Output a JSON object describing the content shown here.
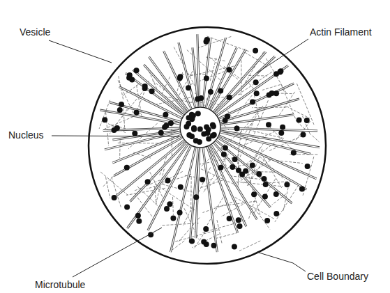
{
  "diagram": {
    "labels": [
      "Vesicle",
      "Actin Filament",
      "Nucleus",
      "Microtubule",
      "Cell Boundary"
    ]
  }
}
